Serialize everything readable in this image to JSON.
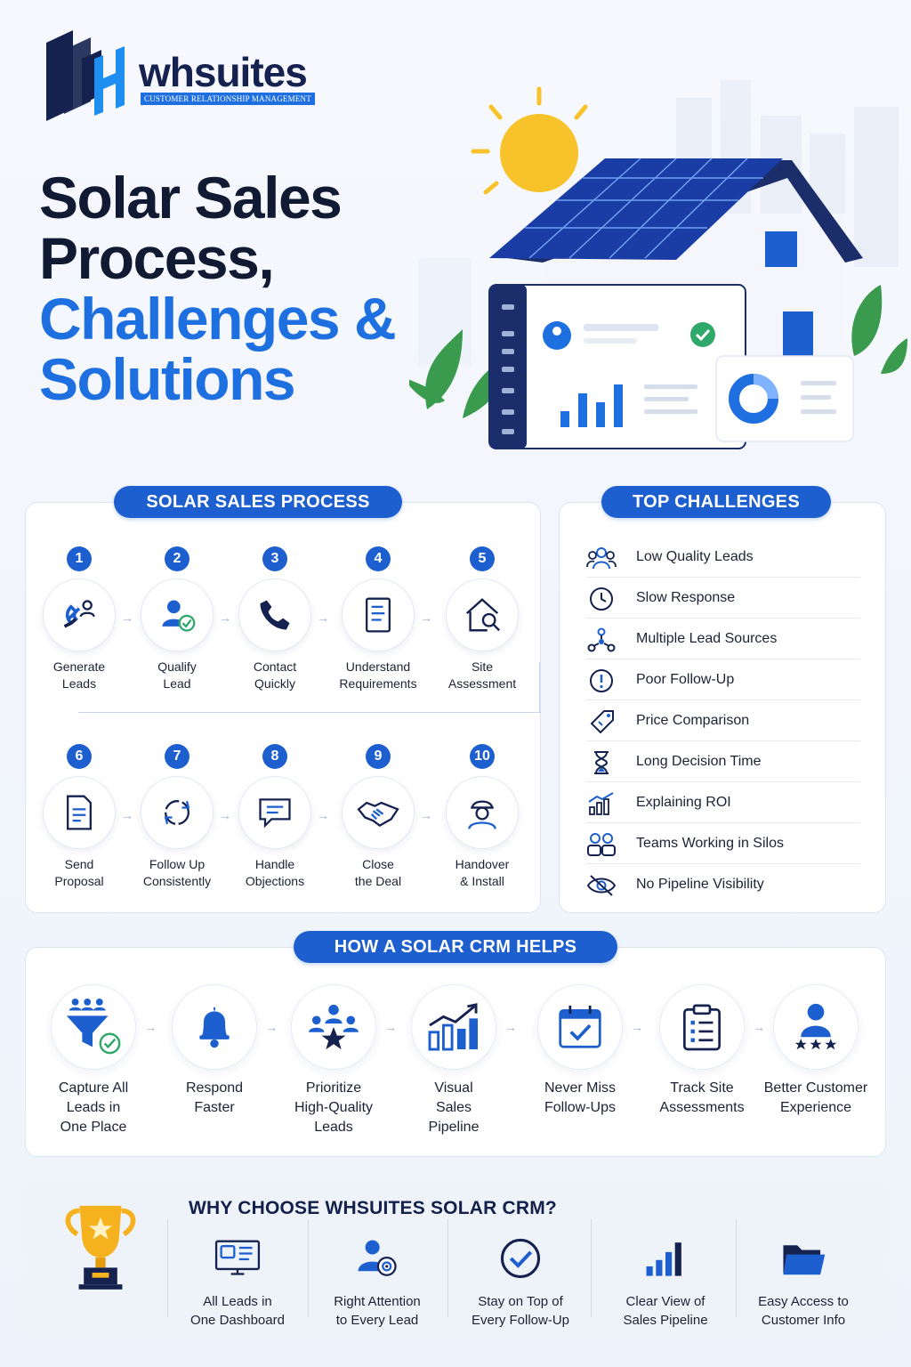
{
  "brand": {
    "name": "whsuites",
    "tagline": "CUSTOMER RELATIONSHIP MANAGEMENT"
  },
  "title": {
    "line1": "Solar Sales",
    "line2": "Process,",
    "line3": "Challenges &",
    "line4": "Solutions"
  },
  "colors": {
    "primary": "#1e5fcf",
    "accent_blue": "#1e6fe0",
    "navy": "#15224f",
    "sun": "#f8c22a",
    "green": "#3a9b4e"
  },
  "process": {
    "heading": "SOLAR SALES PROCESS",
    "steps": [
      {
        "num": "1",
        "label1": "Generate",
        "label2": "Leads",
        "icon": "magnet-icon"
      },
      {
        "num": "2",
        "label1": "Qualify",
        "label2": "Lead",
        "icon": "user-check-icon"
      },
      {
        "num": "3",
        "label1": "Contact",
        "label2": "Quickly",
        "icon": "phone-icon"
      },
      {
        "num": "4",
        "label1": "Understand",
        "label2": "Requirements",
        "icon": "document-icon"
      },
      {
        "num": "5",
        "label1": "Site",
        "label2": "Assessment",
        "icon": "house-search-icon"
      },
      {
        "num": "6",
        "label1": "Send",
        "label2": "Proposal",
        "icon": "proposal-icon"
      },
      {
        "num": "7",
        "label1": "Follow Up",
        "label2": "Consistently",
        "icon": "cycle-icon"
      },
      {
        "num": "8",
        "label1": "Handle",
        "label2": "Objections",
        "icon": "chat-icon"
      },
      {
        "num": "9",
        "label1": "Close",
        "label2": "the Deal",
        "icon": "handshake-icon"
      },
      {
        "num": "10",
        "label1": "Handover",
        "label2": "& Install",
        "icon": "worker-icon"
      }
    ]
  },
  "challenges": {
    "heading": "TOP CHALLENGES",
    "items": [
      {
        "label": "Low Quality Leads",
        "icon": "users-icon"
      },
      {
        "label": "Slow Response",
        "icon": "clock-icon"
      },
      {
        "label": "Multiple Lead Sources",
        "icon": "network-icon"
      },
      {
        "label": "Poor Follow-Up",
        "icon": "alert-icon"
      },
      {
        "label": "Price Comparison",
        "icon": "tag-icon"
      },
      {
        "label": "Long Decision Time",
        "icon": "hourglass-icon"
      },
      {
        "label": "Explaining ROI",
        "icon": "chart-up-icon"
      },
      {
        "label": "Teams Working in Silos",
        "icon": "team-icon"
      },
      {
        "label": "No Pipeline Visibility",
        "icon": "eye-off-icon"
      }
    ]
  },
  "helps": {
    "heading": "HOW A SOLAR CRM HELPS",
    "items": [
      {
        "l1": "Capture All",
        "l2": "Leads in",
        "l3": "One Place",
        "icon": "funnel-icon"
      },
      {
        "l1": "Respond",
        "l2": "Faster",
        "l3": "",
        "icon": "bell-icon"
      },
      {
        "l1": "Prioritize",
        "l2": "High-Quality",
        "l3": "Leads",
        "icon": "priority-users-icon"
      },
      {
        "l1": "Visual",
        "l2": "Sales",
        "l3": "Pipeline",
        "icon": "bar-chart-icon"
      },
      {
        "l1": "Never Miss",
        "l2": "Follow-Ups",
        "l3": "",
        "icon": "calendar-check-icon"
      },
      {
        "l1": "Track Site",
        "l2": "Assessments",
        "l3": "",
        "icon": "clipboard-icon"
      },
      {
        "l1": "Better Customer",
        "l2": "Experience",
        "l3": "",
        "icon": "customer-star-icon"
      }
    ]
  },
  "why": {
    "heading": "WHY CHOOSE WHSUITES SOLAR CRM?",
    "items": [
      {
        "l1": "All Leads in",
        "l2": "One Dashboard",
        "icon": "dashboard-icon"
      },
      {
        "l1": "Right Attention",
        "l2": "to Every Lead",
        "icon": "target-user-icon"
      },
      {
        "l1": "Stay on Top of",
        "l2": "Every Follow-Up",
        "icon": "check-circle-icon"
      },
      {
        "l1": "Clear View of",
        "l2": "Sales Pipeline",
        "icon": "signal-bars-icon"
      },
      {
        "l1": "Easy Access to",
        "l2": "Customer Info",
        "icon": "folder-icon"
      }
    ]
  }
}
